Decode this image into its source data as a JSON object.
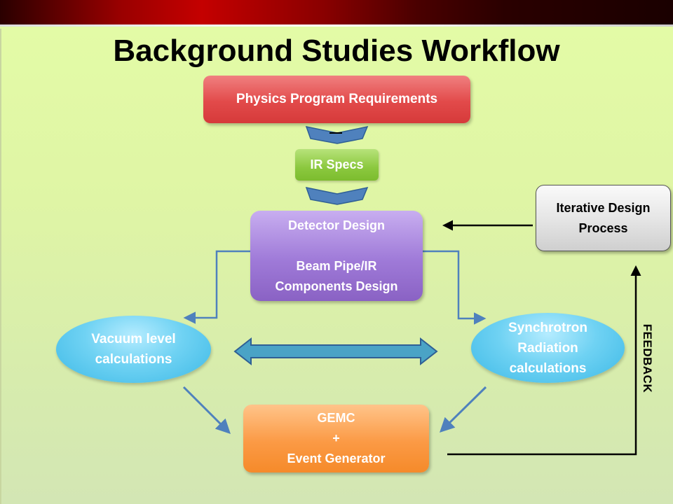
{
  "title": "Background Studies Workflow",
  "nodes": {
    "physics_program": "Physics Program Requirements",
    "ir_specs": "IR Specs",
    "detector_design_line1": "Detector Design",
    "detector_design_line2": "Beam Pipe/IR",
    "detector_design_line3": "Components Design",
    "iterative_line1": "Iterative Design",
    "iterative_line2": "Process",
    "vacuum_line1": "Vacuum level",
    "vacuum_line2": "calculations",
    "synchrotron_line1": "Synchrotron",
    "synchrotron_line2": "Radiation",
    "synchrotron_line3": "calculations",
    "gemc_line1": "GEMC",
    "gemc_line2": "+",
    "gemc_line3": "Event Generator"
  },
  "feedback_label": "FEEDBACK",
  "colors": {
    "header_bar": "#9a0000",
    "background": "#e0f7a8",
    "physics_box": "#e24a4a",
    "ir_specs_box": "#8bc83e",
    "detector_box": "#9f7ad8",
    "gemc_box": "#fb9a45",
    "ellipses": "#4cc1ea",
    "iterative_box": "#e4e4e4",
    "flow_arrows": "#4f81bd"
  }
}
